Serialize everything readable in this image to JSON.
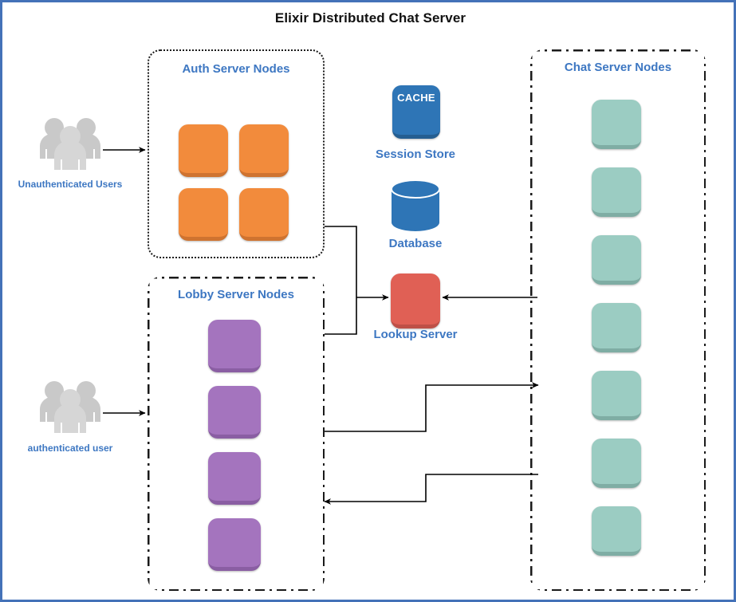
{
  "diagram": {
    "title": "Elixir Distributed Chat Server",
    "frame_color": "#4472b8",
    "label_color": "#3d77c2"
  },
  "groups": {
    "auth": {
      "title": "Auth Server Nodes",
      "border_style": "dotted",
      "node_color": "#f28b3c",
      "node_count": 4
    },
    "lobby": {
      "title": "Lobby Server Nodes",
      "border_style": "dash-dot",
      "node_color": "#a474be",
      "node_count": 4
    },
    "chat": {
      "title": "Chat Server Nodes",
      "border_style": "dash-dot",
      "node_color": "#9bccc2",
      "node_count": 7
    }
  },
  "services": {
    "session_store": {
      "label": "Session Store",
      "icon_text": "CACHE",
      "icon": "cache-box-icon",
      "color": "#2e75b6"
    },
    "database": {
      "label": "Database",
      "icon": "database-cylinder-icon",
      "color": "#2e75b6"
    },
    "lookup_server": {
      "label": "Lookup Server",
      "icon": "lookup-server-box-icon",
      "color": "#e06055"
    }
  },
  "actors": {
    "unauthenticated": {
      "label": "Unauthenticated Users",
      "icon": "user-group-icon",
      "color": "#c8c8c8"
    },
    "authenticated": {
      "label": "authenticated user",
      "icon": "user-group-icon",
      "color": "#c8c8c8"
    }
  },
  "connections": [
    {
      "name": "unauth-users-to-auth-nodes",
      "from": "Unauthenticated Users",
      "to": "Auth Server Nodes",
      "direction": "one-way"
    },
    {
      "name": "auth-user-to-lobby-nodes",
      "from": "authenticated user",
      "to": "Lobby Server Nodes",
      "direction": "one-way"
    },
    {
      "name": "auth-and-lobby-to-lookup",
      "from": "Auth Server Nodes / Lobby Server Nodes",
      "to": "Lookup Server",
      "direction": "one-way"
    },
    {
      "name": "chat-nodes-to-lookup",
      "from": "Chat Server Nodes",
      "to": "Lookup Server",
      "direction": "one-way"
    },
    {
      "name": "lobby-to-chat-nodes",
      "from": "Lobby Server Nodes",
      "to": "Chat Server Nodes",
      "direction": "one-way"
    },
    {
      "name": "chat-to-lobby-nodes",
      "from": "Chat Server Nodes",
      "to": "Lobby Server Nodes",
      "direction": "one-way"
    }
  ]
}
